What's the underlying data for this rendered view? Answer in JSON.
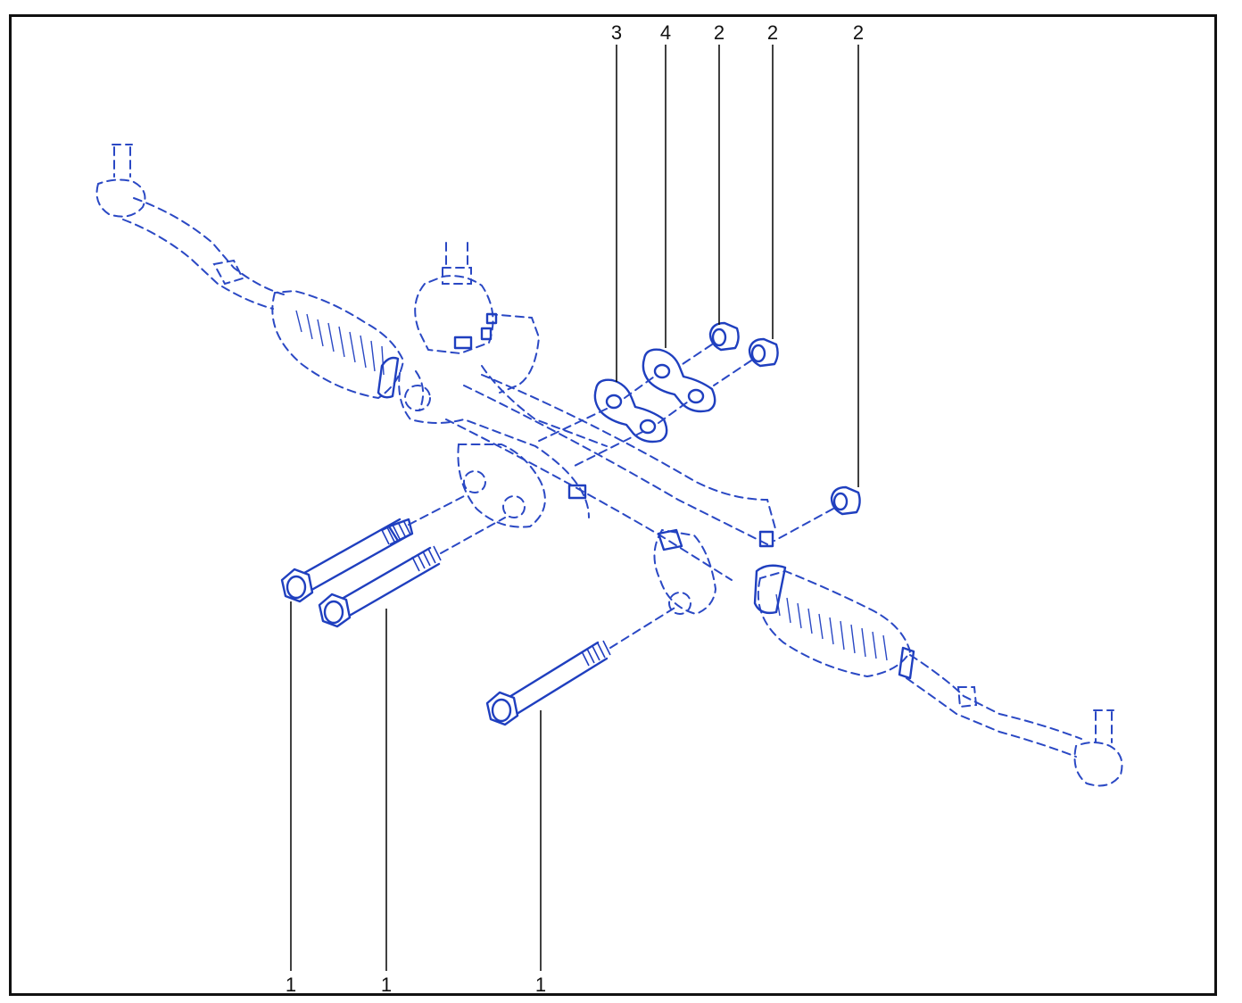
{
  "diagram": {
    "callouts_top": [
      {
        "id": "c3",
        "label": "3"
      },
      {
        "id": "c4",
        "label": "4"
      },
      {
        "id": "c2a",
        "label": "2"
      },
      {
        "id": "c2b",
        "label": "2"
      },
      {
        "id": "c2c",
        "label": "2"
      }
    ],
    "callouts_bottom": [
      {
        "id": "c1a",
        "label": "1"
      },
      {
        "id": "c1b",
        "label": "1"
      },
      {
        "id": "c1c",
        "label": "1"
      }
    ],
    "colors": {
      "line_art": "#1f3fbf",
      "frame": "#111111",
      "background": "#ffffff"
    }
  }
}
